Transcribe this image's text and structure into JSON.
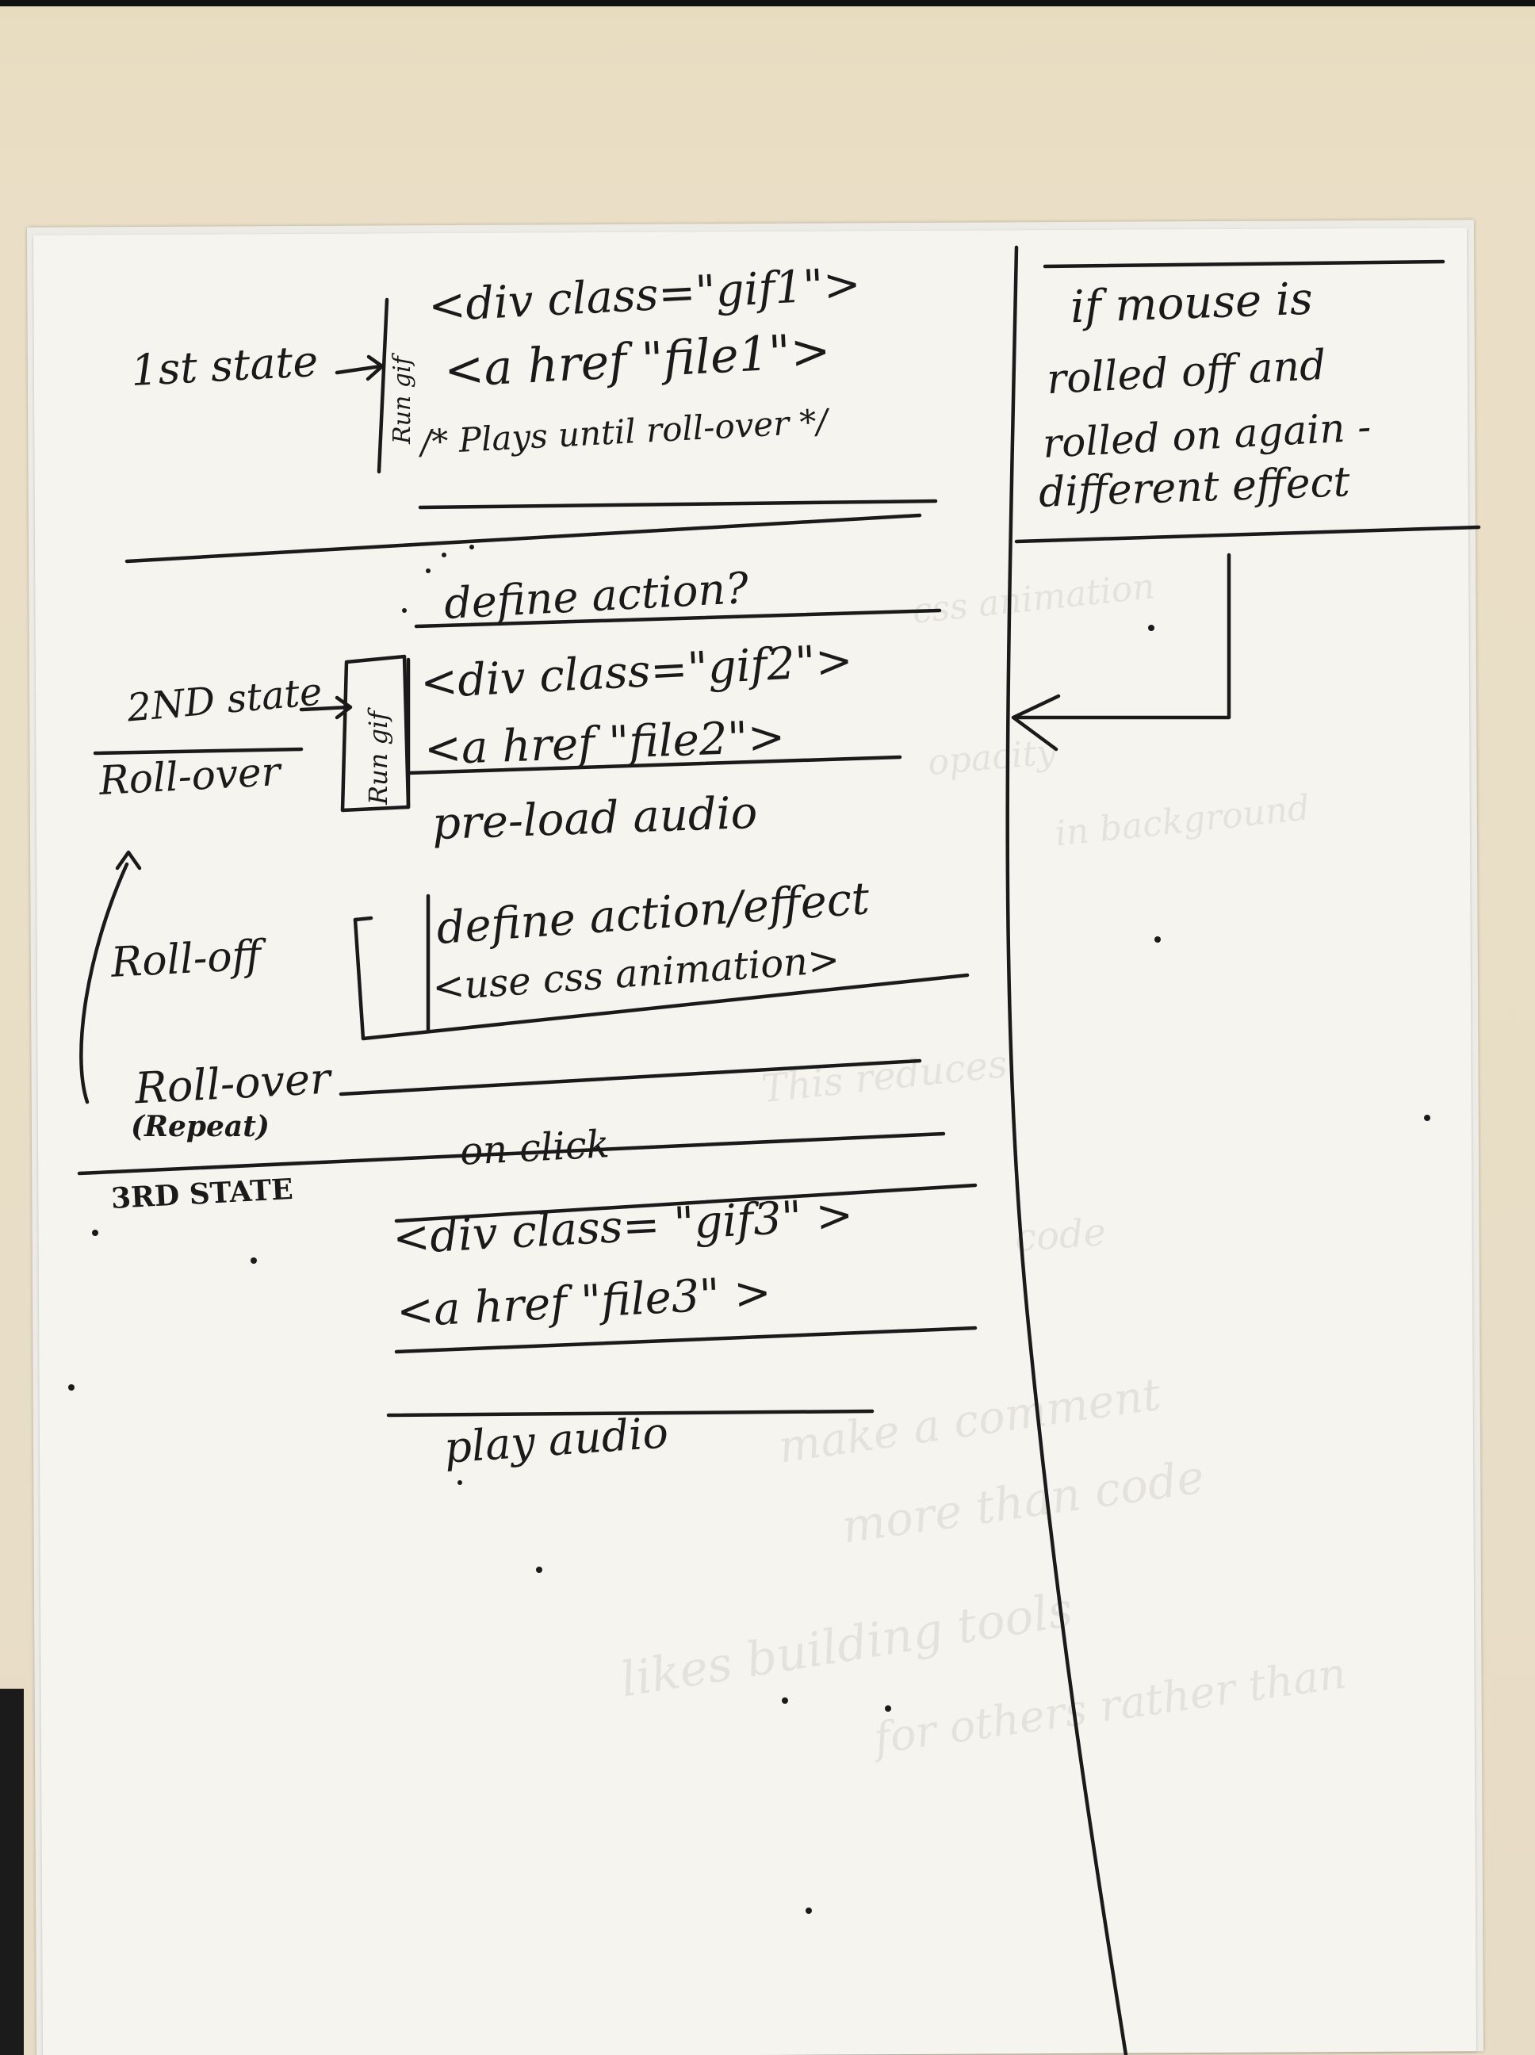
{
  "note": {
    "state1": {
      "label": "1st state",
      "side_label": "Run gif",
      "div_line": "<div class=\"gif1\">",
      "href_line": "<a href \"file1\">",
      "comment_line": "/* Plays until roll-over */"
    },
    "define_action": "define action?",
    "state2": {
      "label": "2ND state",
      "sub_label": "Roll-over",
      "side_label": "Run gif",
      "div_line": "<div class=\"gif2\">",
      "href_line": "<a href \"file2\">",
      "preload": "pre-load audio"
    },
    "rolloff": {
      "label": "Roll-off",
      "line1": "define action/effect",
      "line2": "<use css animation>"
    },
    "rollover_repeat": {
      "label": "Roll-over",
      "sub_label": "(Repeat)"
    },
    "state3": {
      "label": "3RD STATE",
      "on_click": "on click",
      "div_line": "<div class= \"gif3\" >",
      "href_line": "<a href \"file3\" >",
      "play": "play audio"
    },
    "side_note": {
      "line1": "if mouse is",
      "line2": "rolled off and",
      "line3": "rolled on again -",
      "line4": "different effect"
    }
  },
  "bleed_through": {
    "line1": "css animation",
    "line2": "opacity",
    "line3": "in background",
    "line4": "This reduces",
    "line5": "code",
    "line6": "make a comment",
    "line7": "more than code",
    "line8": "likes building tools",
    "line9": "for others rather than"
  }
}
